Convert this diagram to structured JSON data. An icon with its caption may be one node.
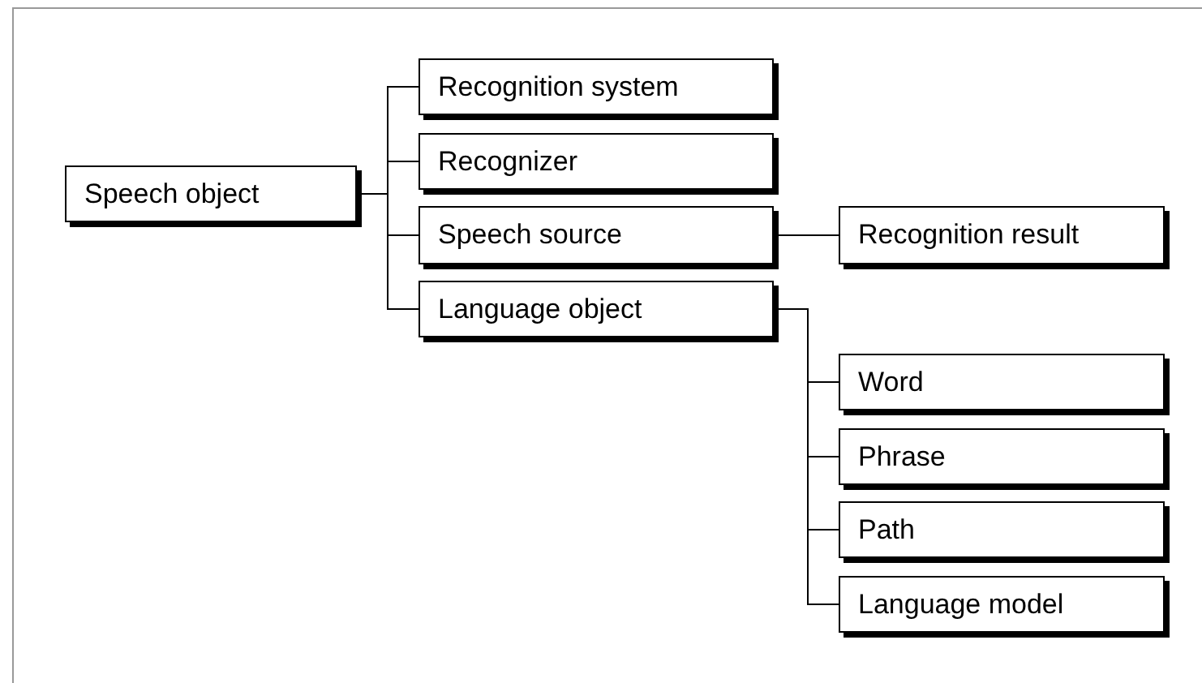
{
  "diagram": {
    "nodes": [
      {
        "text": [
          "Speech object"
        ]
      },
      {
        "text": [
          "Recognition system"
        ]
      },
      {
        "text": [
          "Recognizer"
        ]
      },
      {
        "text": [
          "Speech source"
        ]
      },
      {
        "text": [
          "Language object"
        ]
      },
      {
        "text": [
          "Recognition result"
        ]
      },
      {
        "text": [
          "Word"
        ]
      },
      {
        "text": [
          "Phrase"
        ]
      },
      {
        "text": [
          "Path"
        ]
      },
      {
        "text": [
          "Language model"
        ]
      }
    ],
    "edges": [
      {
        "from": 0,
        "to": 1,
        "arrow": "none"
      },
      {
        "from": 0,
        "to": 2,
        "arrow": "none"
      },
      {
        "from": 0,
        "to": 3,
        "arrow": "none"
      },
      {
        "from": 0,
        "to": 4,
        "arrow": "none"
      },
      {
        "from": 3,
        "to": 5,
        "arrow": "none"
      },
      {
        "from": 4,
        "to": 6,
        "arrow": "none"
      },
      {
        "from": 4,
        "to": 7,
        "arrow": "none"
      },
      {
        "from": 4,
        "to": 8,
        "arrow": "none"
      },
      {
        "from": 4,
        "to": 9,
        "arrow": "none"
      }
    ]
  }
}
